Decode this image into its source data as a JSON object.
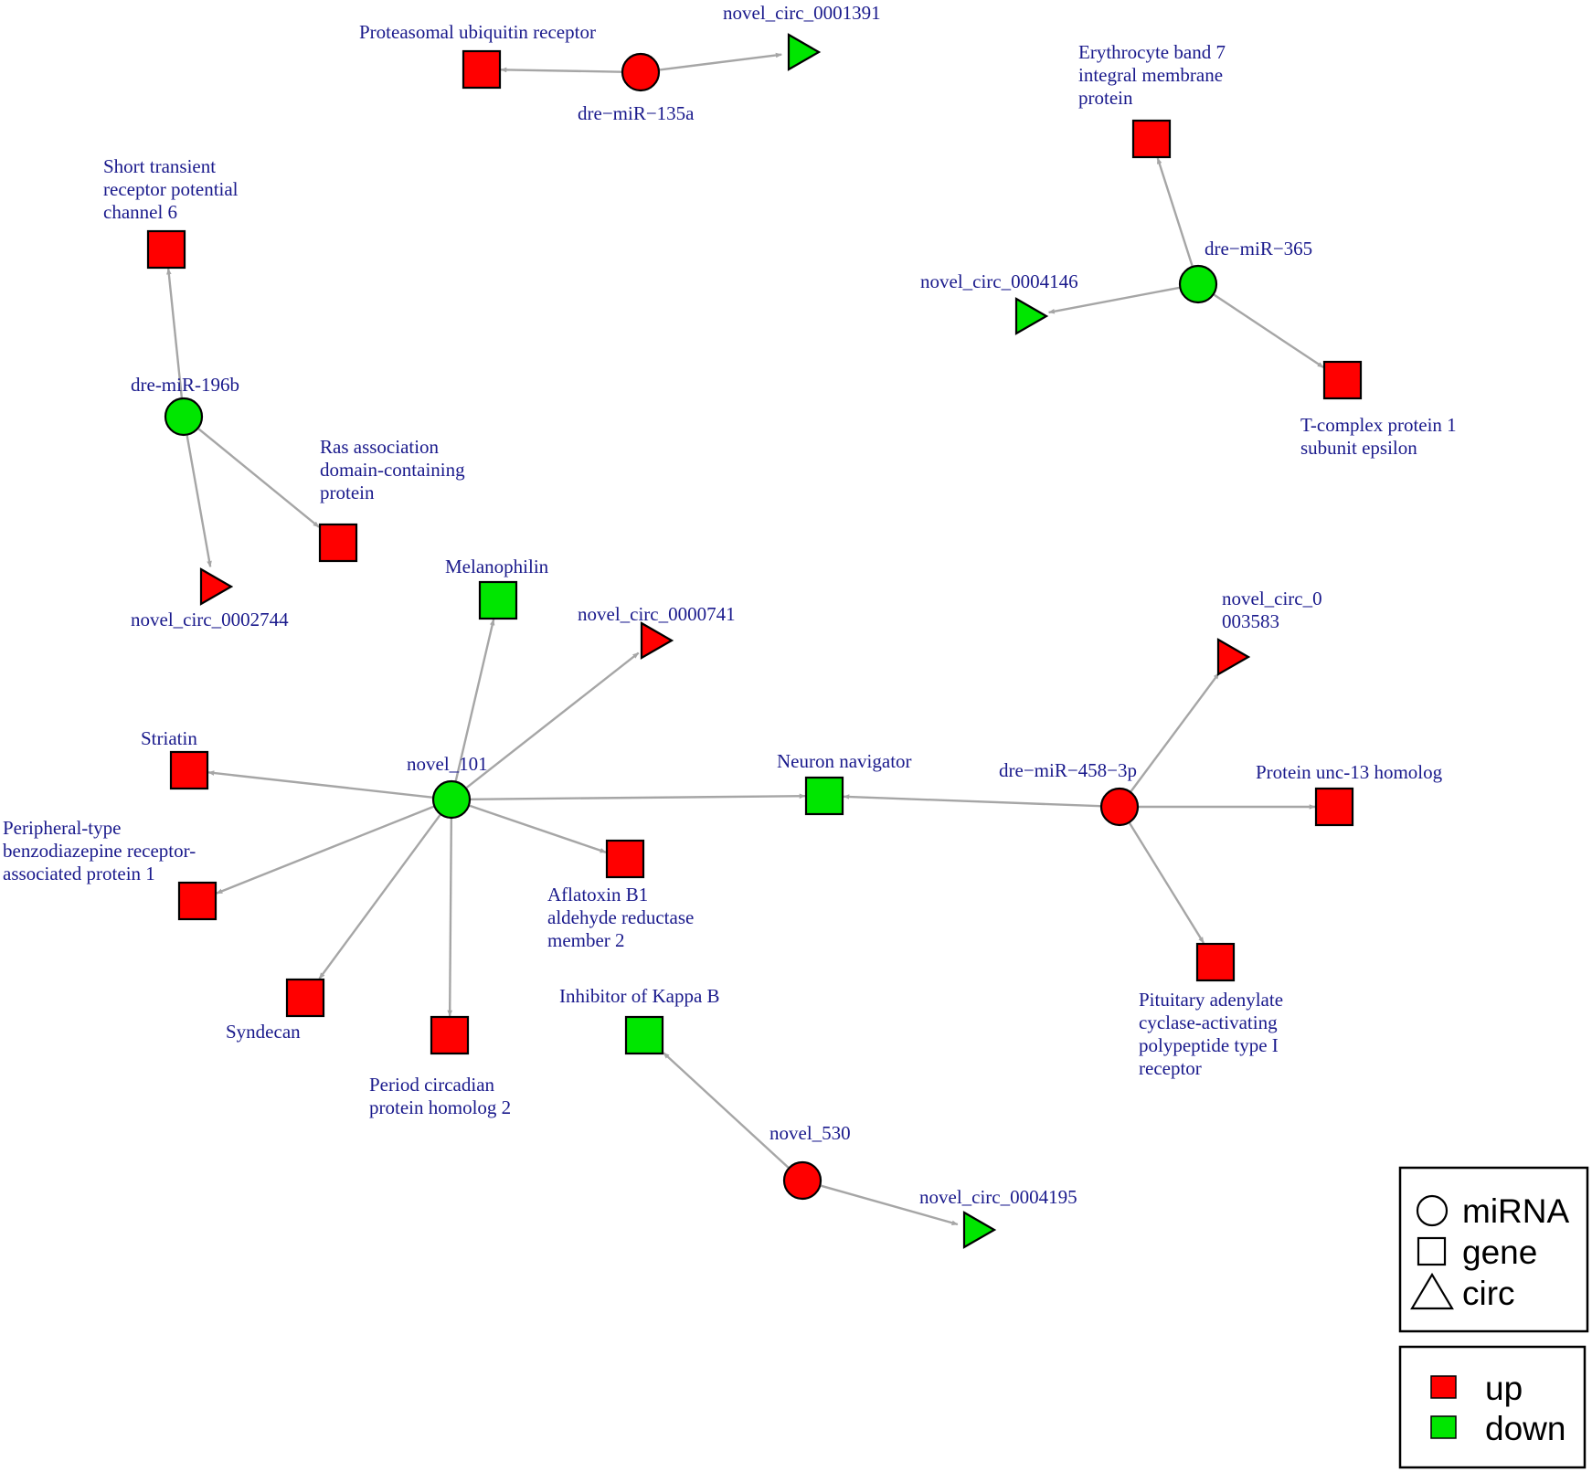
{
  "colors": {
    "up": "#ff0000",
    "down": "#00e600",
    "edge": "#a6a6a6",
    "label": "#1a1a8c"
  },
  "nodes": [
    {
      "id": "miR135a",
      "kind": "miRNA",
      "reg": "up",
      "label": [
        "dre−miR−135a"
      ]
    },
    {
      "id": "prot_ubq",
      "kind": "gene",
      "reg": "up",
      "label": [
        "Proteasomal ubiquitin receptor"
      ]
    },
    {
      "id": "circ1391",
      "kind": "circ",
      "reg": "down",
      "label": [
        "novel_circ_0001391"
      ]
    },
    {
      "id": "miR365",
      "kind": "miRNA",
      "reg": "down",
      "label": [
        "dre−miR−365"
      ]
    },
    {
      "id": "ery7",
      "kind": "gene",
      "reg": "up",
      "label": [
        "Erythrocyte band 7",
        "integral membrane",
        "protein"
      ]
    },
    {
      "id": "circ4146",
      "kind": "circ",
      "reg": "down",
      "label": [
        "novel_circ_0004146"
      ]
    },
    {
      "id": "tcp1",
      "kind": "gene",
      "reg": "up",
      "label": [
        "T-complex protein 1",
        "subunit epsilon"
      ]
    },
    {
      "id": "miR196b",
      "kind": "miRNA",
      "reg": "down",
      "label": [
        "dre-miR-196b"
      ]
    },
    {
      "id": "trpc6",
      "kind": "gene",
      "reg": "up",
      "label": [
        "Short transient",
        "receptor potential",
        "channel 6"
      ]
    },
    {
      "id": "ras",
      "kind": "gene",
      "reg": "up",
      "label": [
        "Ras association",
        "domain-containing",
        "protein"
      ]
    },
    {
      "id": "circ2744",
      "kind": "circ",
      "reg": "up",
      "label": [
        "novel_circ_0002744"
      ]
    },
    {
      "id": "nov101",
      "kind": "miRNA",
      "reg": "down",
      "label": [
        "novel_101"
      ]
    },
    {
      "id": "melano",
      "kind": "gene",
      "reg": "down",
      "label": [
        "Melanophilin"
      ]
    },
    {
      "id": "circ741",
      "kind": "circ",
      "reg": "up",
      "label": [
        "novel_circ_0000741"
      ]
    },
    {
      "id": "striatin",
      "kind": "gene",
      "reg": "up",
      "label": [
        "Striatin"
      ]
    },
    {
      "id": "pbr",
      "kind": "gene",
      "reg": "up",
      "label": [
        "Peripheral-type",
        "benzodiazepine receptor-",
        "associated protein 1"
      ]
    },
    {
      "id": "syndecan",
      "kind": "gene",
      "reg": "up",
      "label": [
        "Syndecan"
      ]
    },
    {
      "id": "per2",
      "kind": "gene",
      "reg": "up",
      "label": [
        "Period circadian",
        "protein homolog 2"
      ]
    },
    {
      "id": "afb1",
      "kind": "gene",
      "reg": "up",
      "label": [
        "Aflatoxin B1",
        "aldehyde reductase",
        "member 2"
      ]
    },
    {
      "id": "neuron",
      "kind": "gene",
      "reg": "down",
      "label": [
        "Neuron navigator"
      ]
    },
    {
      "id": "miR458",
      "kind": "miRNA",
      "reg": "up",
      "label": [
        "dre−miR−458−3p"
      ]
    },
    {
      "id": "circ3583",
      "kind": "circ",
      "reg": "up",
      "label": [
        "novel_circ_0",
        "003583"
      ]
    },
    {
      "id": "unc13",
      "kind": "gene",
      "reg": "up",
      "label": [
        "Protein unc-13 homolog"
      ]
    },
    {
      "id": "pacap",
      "kind": "gene",
      "reg": "up",
      "label": [
        "Pituitary adenylate",
        "cyclase-activating",
        "polypeptide type I",
        "receptor"
      ]
    },
    {
      "id": "ikb",
      "kind": "gene",
      "reg": "down",
      "label": [
        "Inhibitor of Kappa B"
      ]
    },
    {
      "id": "nov530",
      "kind": "miRNA",
      "reg": "up",
      "label": [
        "novel_530"
      ]
    },
    {
      "id": "circ4195",
      "kind": "circ",
      "reg": "down",
      "label": [
        "novel_circ_0004195"
      ]
    }
  ],
  "edges": [
    [
      "miR135a",
      "prot_ubq"
    ],
    [
      "miR135a",
      "circ1391"
    ],
    [
      "miR365",
      "ery7"
    ],
    [
      "miR365",
      "circ4146"
    ],
    [
      "miR365",
      "tcp1"
    ],
    [
      "miR196b",
      "trpc6"
    ],
    [
      "miR196b",
      "ras"
    ],
    [
      "miR196b",
      "circ2744"
    ],
    [
      "nov101",
      "melano"
    ],
    [
      "nov101",
      "circ741"
    ],
    [
      "nov101",
      "striatin"
    ],
    [
      "nov101",
      "pbr"
    ],
    [
      "nov101",
      "syndecan"
    ],
    [
      "nov101",
      "per2"
    ],
    [
      "nov101",
      "afb1"
    ],
    [
      "nov101",
      "neuron"
    ],
    [
      "miR458",
      "neuron"
    ],
    [
      "miR458",
      "circ3583"
    ],
    [
      "miR458",
      "unc13"
    ],
    [
      "miR458",
      "pacap"
    ],
    [
      "nov530",
      "ikb"
    ],
    [
      "nov530",
      "circ4195"
    ]
  ],
  "legend_shape": [
    {
      "symbol": "circle",
      "text": "miRNA"
    },
    {
      "symbol": "square",
      "text": "gene"
    },
    {
      "symbol": "triangle",
      "text": "circ"
    }
  ],
  "legend_color": [
    {
      "reg": "up",
      "text": "up"
    },
    {
      "reg": "down",
      "text": "down"
    }
  ]
}
